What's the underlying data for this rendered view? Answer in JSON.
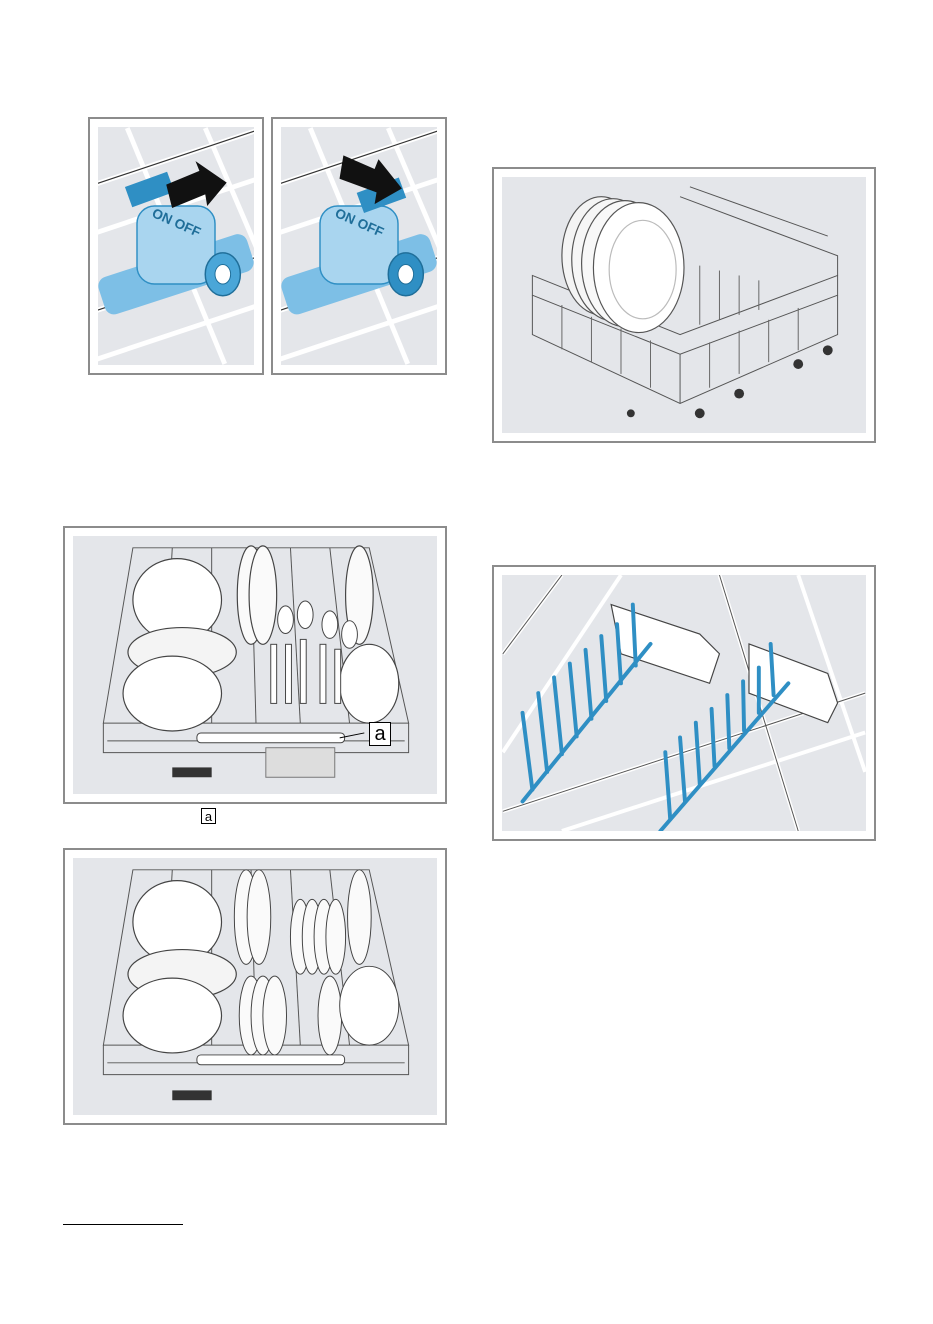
{
  "figures": {
    "switch_on": {
      "text": "ON OFF"
    },
    "switch_off": {
      "text": "ON OFF"
    },
    "upper_basket_cutlery": {
      "callout": "a"
    }
  },
  "caption_label": "a",
  "colors": {
    "accent": "#2f8fc4",
    "panel_bg": "#e4e6ea",
    "frame": "#8c8c8c"
  }
}
